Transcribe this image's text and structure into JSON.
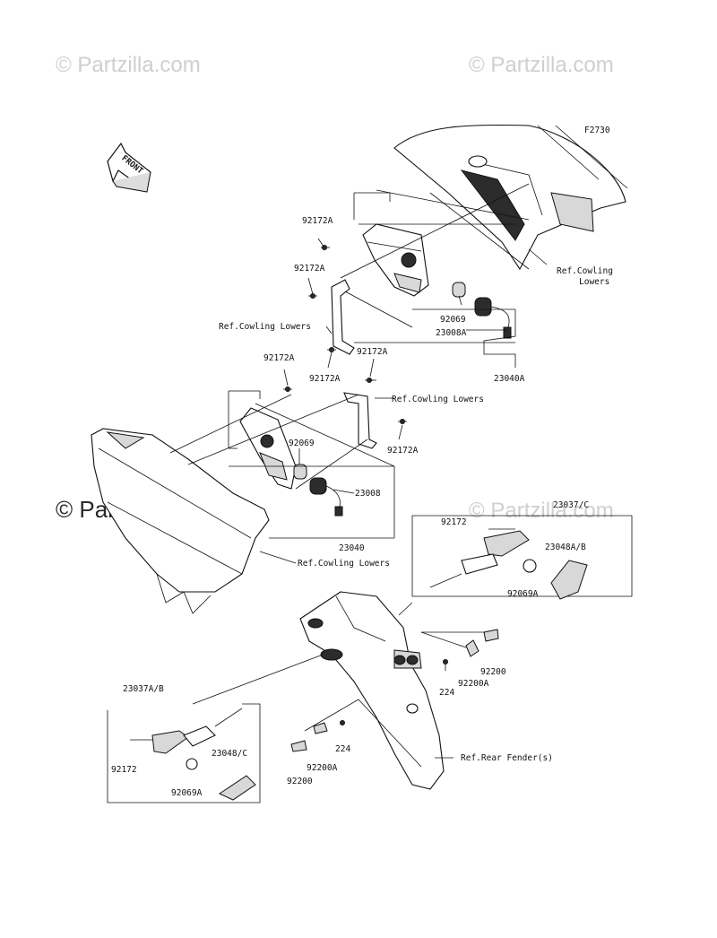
{
  "watermarks": {
    "top_left": "© Partzilla.com",
    "top_right": "© Partzilla.com",
    "mid_left": "© Partzilla.com",
    "mid_right": "© Partzilla.com"
  },
  "figure_code": "F2730",
  "front_badge": "FRONT",
  "labels": {
    "l_92172A_1": "92172A",
    "l_92172A_2": "92172A",
    "l_ref_cowling_lowers_1": "Ref.Cowling Lowers",
    "l_ref_cowling_lowers_top_a": "Ref.Cowling",
    "l_ref_cowling_lowers_top_b": "Lowers",
    "l_92069_1": "92069",
    "l_23008A": "23008A",
    "l_92172A_3": "92172A",
    "l_92172A_4": "92172A",
    "l_92172A_5": "92172A",
    "l_23040A": "23040A",
    "l_ref_cowling_lowers_2": "Ref.Cowling Lowers",
    "l_92069_2": "92069",
    "l_92172A_6": "92172A",
    "l_23008": "23008",
    "l_23040": "23040",
    "l_ref_cowling_lowers_3": "Ref.Cowling Lowers",
    "l_23037C": "23037/C",
    "l_92172_1": "92172",
    "l_23048AB": "23048A/B",
    "l_92069A_1": "92069A",
    "l_92200_1": "92200",
    "l_92200A_1": "92200A",
    "l_224_1": "224",
    "l_23037AB": "23037A/B",
    "l_224_2": "224",
    "l_92172_2": "92172",
    "l_23048C": "23048/C",
    "l_92200A_2": "92200A",
    "l_92069A_2": "92069A",
    "l_92200_2": "92200",
    "l_ref_rear_fender": "Ref.Rear Fender(s)"
  },
  "colors": {
    "line": "#111111",
    "watermark": "#cfcfcf",
    "fill_dark": "#2c2c2c",
    "fill_light": "#d8d8d8"
  }
}
